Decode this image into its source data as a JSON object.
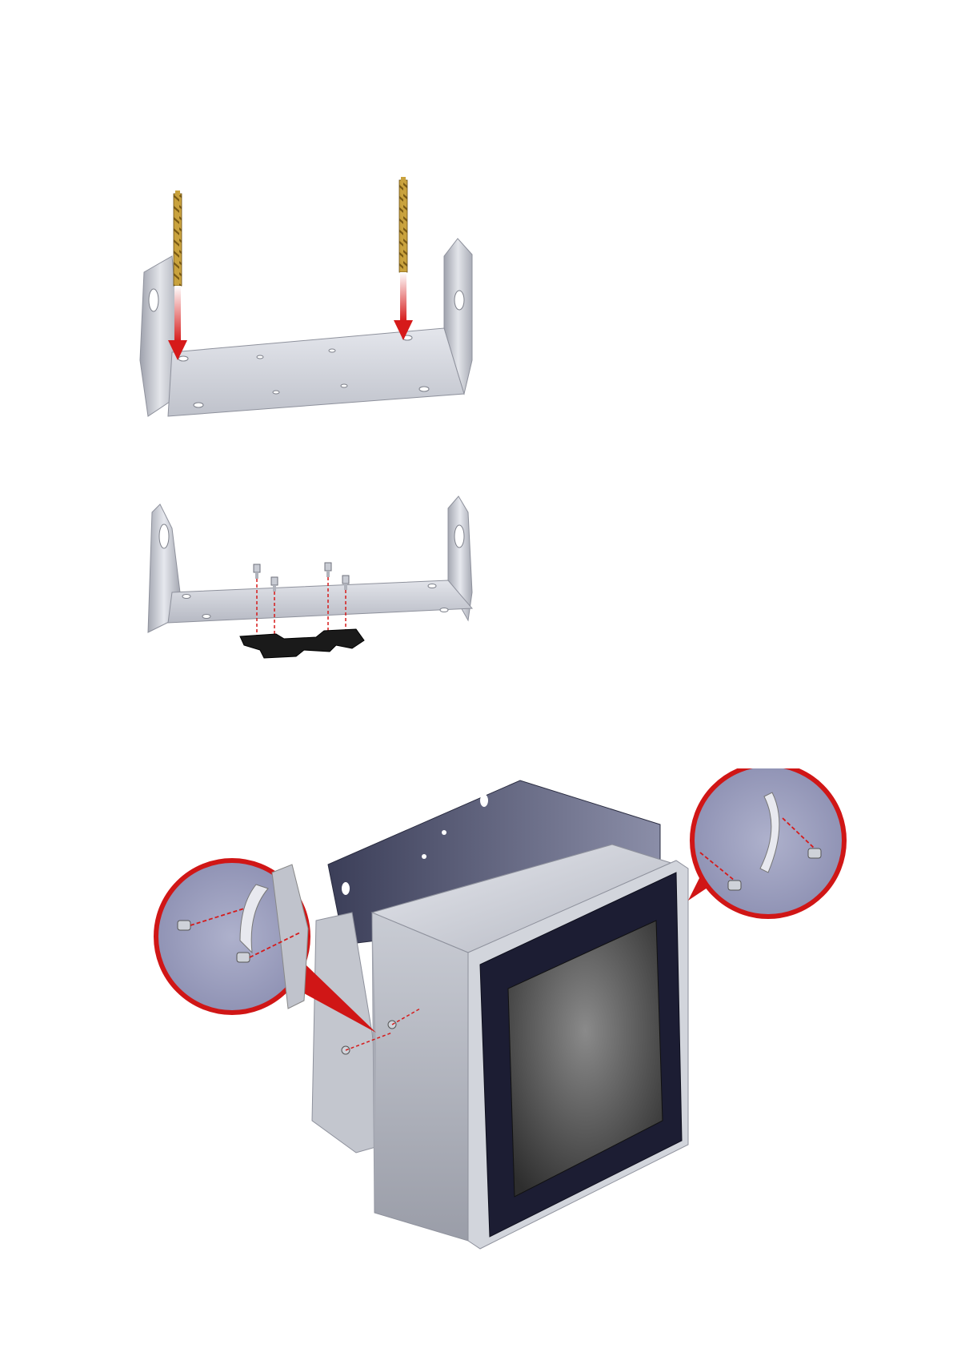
{
  "page": {
    "background": "#ffffff"
  },
  "figures": [
    {
      "id": "drill-bracket",
      "description_visible_text": ""
    },
    {
      "id": "attach-stand-plate",
      "description_visible_text": ""
    },
    {
      "id": "mount-panel-to-bracket",
      "description_visible_text": ""
    }
  ],
  "colors": {
    "metal_light": "#d9dbe1",
    "metal_mid": "#b9bcc6",
    "metal_dark": "#8e919c",
    "arrow_red": "#d61a1a",
    "callout_red": "#d01616",
    "drill_gold": "#b38a2a",
    "screen_bezel": "#1c1d33",
    "screen_glass": "#3a3a3a",
    "callout_fill": "#9699b8",
    "plate_black": "#1a1a1a"
  },
  "icons": [
    "drill-bit-icon",
    "down-arrow-icon",
    "screw-icon",
    "magnifier-callout-icon"
  ]
}
